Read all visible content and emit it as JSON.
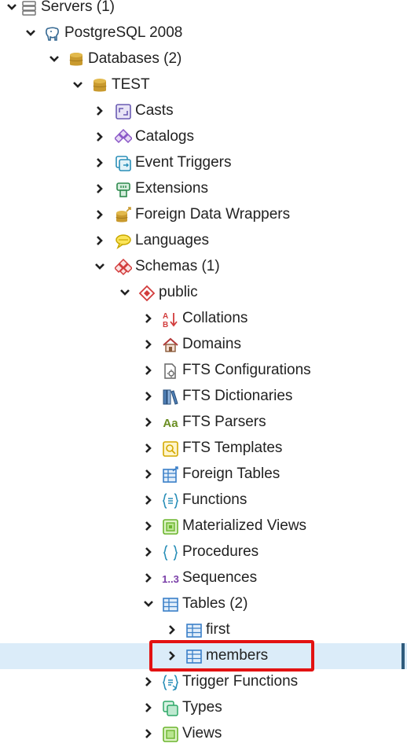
{
  "tree": {
    "servers": {
      "label": "Servers (1)",
      "icon": "servers-icon"
    },
    "postgres": {
      "label": "PostgreSQL 2008",
      "icon": "postgresql-elephant-icon"
    },
    "databases": {
      "label": "Databases (2)",
      "icon": "database-icon"
    },
    "test": {
      "label": "TEST",
      "icon": "database-icon"
    },
    "casts": {
      "label": "Casts",
      "icon": "casts-icon"
    },
    "catalogs": {
      "label": "Catalogs",
      "icon": "catalogs-icon"
    },
    "event_triggers": {
      "label": "Event Triggers",
      "icon": "event-triggers-icon"
    },
    "extensions": {
      "label": "Extensions",
      "icon": "extensions-icon"
    },
    "fdw": {
      "label": "Foreign Data Wrappers",
      "icon": "foreign-data-wrappers-icon"
    },
    "languages": {
      "label": "Languages",
      "icon": "languages-icon"
    },
    "schemas": {
      "label": "Schemas (1)",
      "icon": "schemas-icon"
    },
    "public": {
      "label": "public",
      "icon": "schema-icon"
    },
    "collations": {
      "label": "Collations",
      "icon": "collations-icon"
    },
    "domains": {
      "label": "Domains",
      "icon": "domains-icon"
    },
    "fts_configurations": {
      "label": "FTS Configurations",
      "icon": "fts-configurations-icon"
    },
    "fts_dictionaries": {
      "label": "FTS Dictionaries",
      "icon": "fts-dictionaries-icon"
    },
    "fts_parsers": {
      "label": "FTS Parsers",
      "icon_text": "Aa"
    },
    "fts_templates": {
      "label": "FTS Templates",
      "icon": "fts-templates-icon"
    },
    "foreign_tables": {
      "label": "Foreign Tables",
      "icon": "foreign-tables-icon"
    },
    "functions": {
      "label": "Functions",
      "icon": "functions-icon"
    },
    "materialized_views": {
      "label": "Materialized Views",
      "icon": "materialized-views-icon"
    },
    "procedures": {
      "label": "Procedures",
      "icon": "procedures-icon"
    },
    "sequences": {
      "label": "Sequences",
      "icon_text": "1..3"
    },
    "tables": {
      "label": "Tables (2)",
      "icon": "tables-icon"
    },
    "first": {
      "label": "first",
      "icon": "table-icon"
    },
    "members": {
      "label": "members",
      "icon": "table-icon"
    },
    "trigger_functions": {
      "label": "Trigger Functions",
      "icon": "trigger-functions-icon"
    },
    "types": {
      "label": "Types",
      "icon": "types-icon"
    },
    "views": {
      "label": "Views",
      "icon": "views-icon"
    }
  },
  "colors": {
    "selected_row": "#dbecf9",
    "highlight_border": "#e31212",
    "chevron": "#222222"
  }
}
